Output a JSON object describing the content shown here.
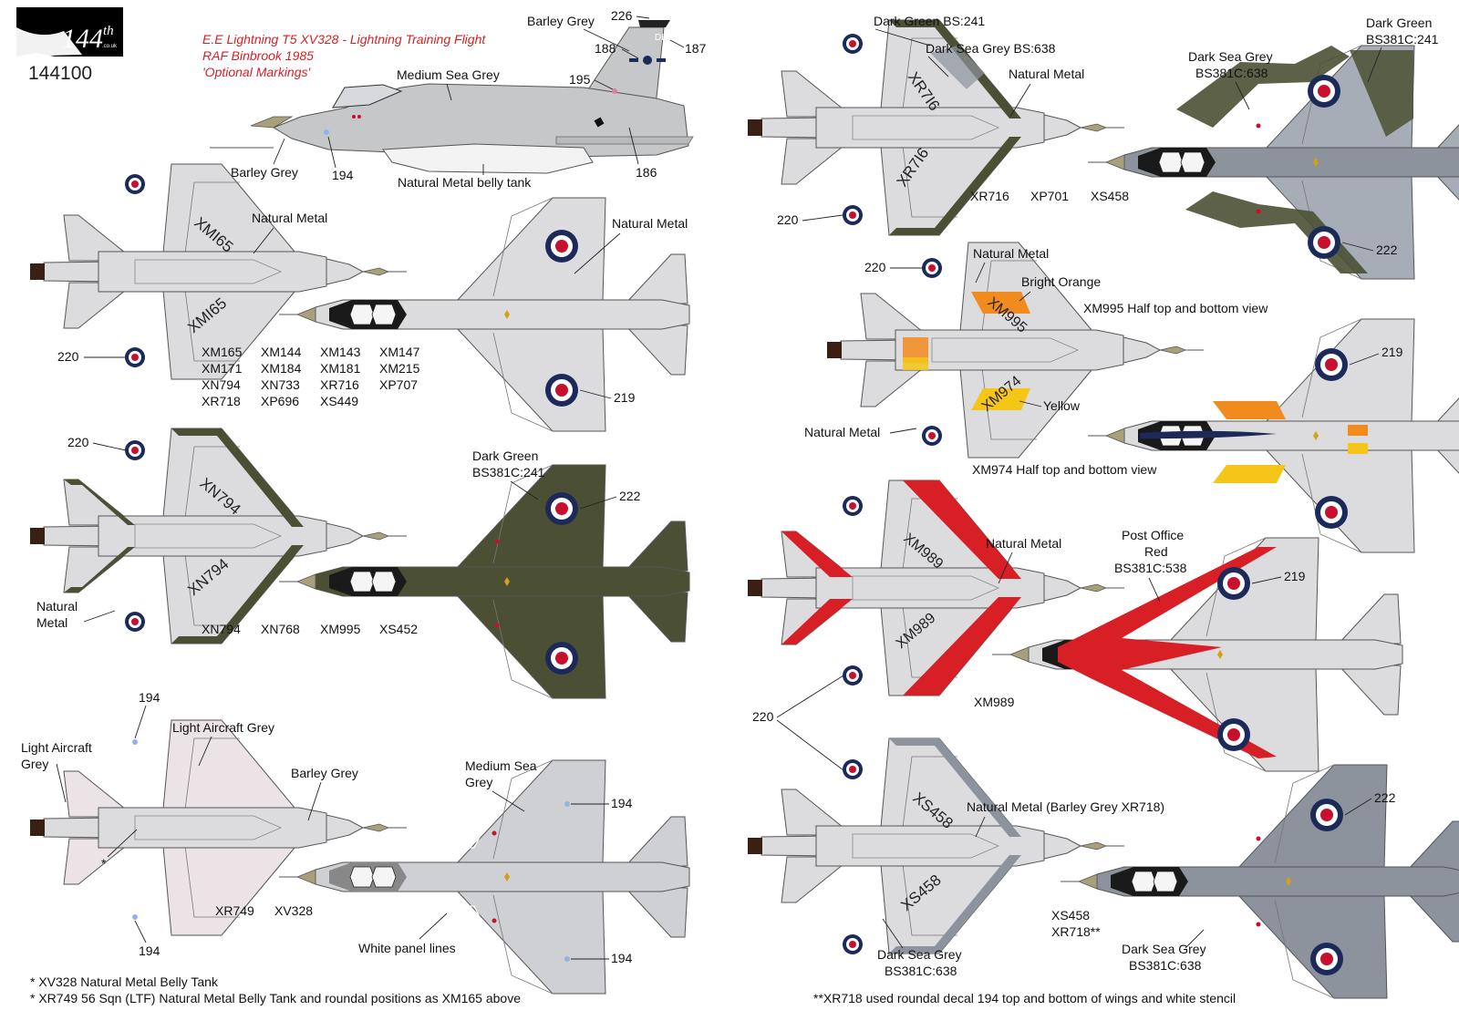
{
  "colors": {
    "natural_metal": "#dcdcdf",
    "medium_sea_grey": "#cfd0d3",
    "barley_grey": "#c5c7c8",
    "dark_green": "#4b5034",
    "dark_sea_grey": "#8c939c",
    "dark_sea_grey_camo": "#a6adb6",
    "light_aircraft_grey": "#ece3e6",
    "bright_orange": "#f28b1e",
    "yellow": "#f5c518",
    "po_red": "#d81f26",
    "roundel_blue": "#1c2a5a",
    "roundel_red": "#c8102e",
    "radome": "#a8a07a",
    "canopy": "#1a1a1a"
  },
  "logo": {
    "brand": "144",
    "sup": "th",
    "small": ".co.uk",
    "code": "144100"
  },
  "title": {
    "line1": "E.E Lightning T5 XV328 - Lightning Training Flight",
    "line2": "RAF Binbrook 1985",
    "line3": "'Optional Markings'"
  },
  "profile": {
    "barley_grey_fin": "Barley Grey",
    "n226": "226",
    "n188": "188",
    "n187": "187",
    "n195": "195",
    "medium_sea_grey": "Medium Sea Grey",
    "barley_grey_nose": "Barley Grey",
    "n194": "194",
    "n186": "186",
    "belly_tank": "Natural Metal belly tank",
    "fin_code": "DI"
  },
  "s1": {
    "wing_code": "XMI65",
    "natural_metal_1": "Natural Metal",
    "natural_metal_2": "Natural Metal",
    "n220": "220",
    "n219": "219",
    "serials": [
      [
        "XM165",
        "XM144",
        "XM143",
        "XM147"
      ],
      [
        "XM171",
        "XM184",
        "XM181",
        "XM215"
      ],
      [
        "XN794",
        "XN733",
        "XR716",
        "XP707"
      ],
      [
        "XR718",
        "XP696",
        "XS449",
        ""
      ]
    ]
  },
  "s2": {
    "wing_code": "XN794",
    "n220": "220",
    "natural_metal": [
      "Natural",
      "Metal"
    ],
    "dark_green": [
      "Dark Green",
      "BS381C:241"
    ],
    "n222": "222",
    "serials": [
      "XN794",
      "XN768",
      "XM995",
      "XS452"
    ]
  },
  "s3": {
    "n194_top": "194",
    "n194_bottom": "194",
    "light_aircraft_grey": "Light Aircraft Grey",
    "light_aircraft_grey_2": [
      "Light Aircraft",
      "Grey"
    ],
    "barley_grey": "Barley Grey",
    "medium_sea_grey": [
      "Medium Sea",
      "Grey"
    ],
    "n194_r1": "194",
    "n194_r2": "194",
    "white_panel_lines": "White panel lines",
    "star": "*",
    "serials": [
      "XR749",
      "XV328"
    ]
  },
  "footnotes_left": [
    "* XV328 Natural Metal Belly Tank",
    "* XR749 56 Sqn (LTF) Natural Metal Belly Tank and roundal positions as XM165 above"
  ],
  "r1": {
    "wing_code": "XR7I6",
    "dark_green_bs": "Dark Green BS:241",
    "dark_sea_grey_bs": "Dark Sea Grey BS:638",
    "natural_metal": "Natural Metal",
    "dark_sea_grey": [
      "Dark Sea Grey",
      "BS381C:638"
    ],
    "dark_green": [
      "Dark Green",
      "BS381C:241"
    ],
    "n220": "220",
    "n222": "222",
    "serials": [
      "XR716",
      "XP701",
      "XS458"
    ]
  },
  "r2": {
    "wing_code_top": "XM995",
    "wing_code_bottom": "XM974",
    "n220": "220",
    "natural_metal": "Natural Metal",
    "bright_orange": "Bright Orange",
    "xm995_caption": "XM995 Half top and bottom view",
    "yellow": "Yellow",
    "natural_metal_2": "Natural Metal",
    "n219": "219",
    "xm974_caption": "XM974 Half top and bottom view"
  },
  "r3": {
    "wing_code": "XM989",
    "natural_metal": "Natural Metal",
    "po_red": [
      "Post Office",
      "Red",
      "BS381C:538"
    ],
    "n219": "219",
    "n220": "220",
    "serial": "XM989"
  },
  "r4": {
    "wing_code": "XS458",
    "natural_metal": "Natural Metal (Barley Grey XR718)",
    "n222": "222",
    "serials": [
      "XS458",
      "XR718**"
    ],
    "dark_sea_grey_1": [
      "Dark Sea Grey",
      "BS381C:638"
    ],
    "dark_sea_grey_2": [
      "Dark Sea Grey",
      "BS381C:638"
    ]
  },
  "footnote_right": "**XR718 used roundal decal 194 top and bottom of wings and white stencil"
}
